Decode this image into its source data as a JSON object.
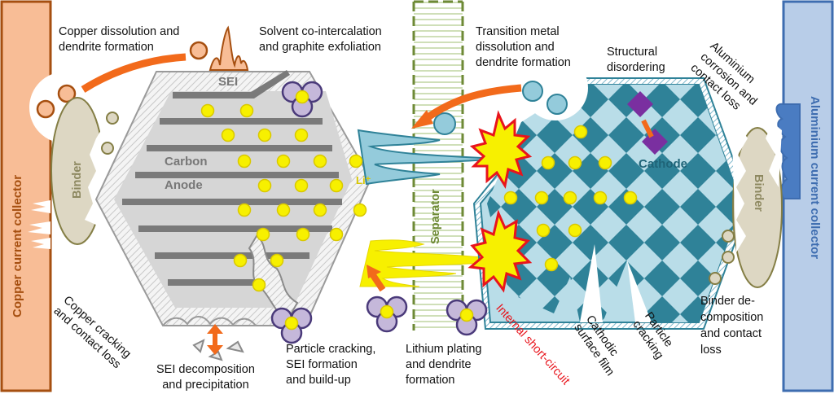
{
  "title": "Lithium-ion battery degradation mechanisms",
  "colors": {
    "copper": "#f8bd96",
    "copper_border": "#a64f10",
    "aluminium": "#b8cde8",
    "aluminium_border": "#3e6db0",
    "arrow": "#f26a1b",
    "anode_gray": "#d6d6d6",
    "anode_dark": "#7a7a7a",
    "lithium": "#f7f000",
    "cathode_light": "#b9dde8",
    "cathode_dark": "#2f8298",
    "solvent": "#c5b8da",
    "separator": "#6e8a36",
    "binder": "#ddd7c3",
    "short_circuit_red": "#e8141c"
  },
  "components": {
    "copper_collector": "Copper current collector",
    "aluminium_collector": "Aluminium current collector",
    "binder_left": "Binder",
    "binder_right": "Binder",
    "separator": "Separator",
    "anode_line1": "Carbon",
    "anode_line2": "Anode",
    "sei": "SEI",
    "lithium_ion": "Li⁺",
    "cathode": "Cathode"
  },
  "annotations": {
    "copper_dissolution": [
      "Copper dissolution and",
      "dendrite formation"
    ],
    "solvent_cointercalation": [
      "Solvent co-intercalation",
      "and graphite exfoliation"
    ],
    "transition_metal": [
      "Transition metal",
      "dissolution and",
      "dendrite formation"
    ],
    "structural_disordering": [
      "Structural",
      "disordering"
    ],
    "aluminium_corrosion": [
      "Aluminium",
      "corrosion and",
      "contact loss"
    ],
    "copper_cracking": [
      "Copper cracking",
      "and contact loss"
    ],
    "sei_decomposition": [
      "SEI decomposition",
      "and precipitation"
    ],
    "particle_cracking_anode": [
      "Particle cracking,",
      "SEI formation",
      "and build-up"
    ],
    "lithium_plating": [
      "Lithium plating",
      "and dendrite",
      "formation"
    ],
    "internal_short": "Internal short-circuit",
    "cathodic_surface_film": [
      "Cathodic",
      "surface film"
    ],
    "particle_cracking_cathode": [
      "Particle",
      "cracking"
    ],
    "binder_decomposition": [
      "Binder de-",
      "composition",
      "and contact",
      "loss"
    ]
  }
}
